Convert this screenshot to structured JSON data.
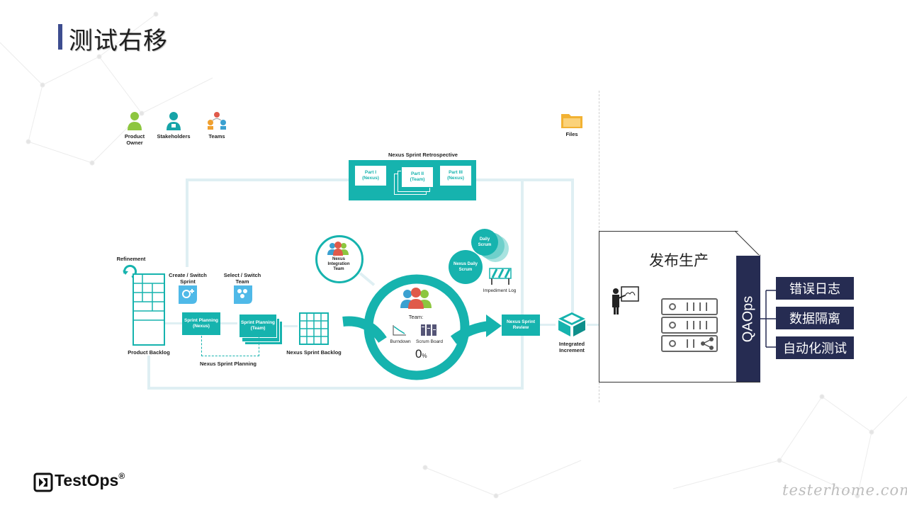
{
  "title": "测试右移",
  "actors": {
    "product_owner": "Product\nOwner",
    "stakeholders": "Stakeholders",
    "teams": "Teams",
    "files": "Files"
  },
  "retrospective": {
    "title": "Nexus Sprint Retrospective",
    "part1": "Part I\n(Nexus)",
    "part2": "Part II\n(Team)",
    "part3": "Part III\n(Nexus)"
  },
  "flow": {
    "refinement": "Refinement",
    "product_backlog": "Product Backlog",
    "create_switch_sprint": "Create / Switch\nSprint",
    "select_switch_team": "Select / Switch\nTeam",
    "sprint_planning_nexus": "Sprint Planning\n(Nexus)",
    "sprint_planning_team": "Sprint Planning\n(Team)",
    "nexus_sprint_planning": "Nexus Sprint Planning",
    "nexus_sprint_backlog": "Nexus Sprint Backlog",
    "nexus_integration_team": "Nexus\nIntegration\nTeam",
    "daily_scrum": "Daily\nScrum",
    "nexus_daily_scrum": "Nexus Daily\nScrum",
    "impediment_log": "Impediment Log",
    "team": "Team:",
    "burndown": "Burndown",
    "scrum_board": "Scrum Board",
    "progress_value": "0",
    "progress_unit": "%",
    "nexus_sprint_review": "Nexus Sprint\nReview",
    "integrated_increment": "Integrated\nIncrement"
  },
  "release": {
    "title": "发布生产",
    "qaops": "QAOps",
    "tags": [
      "错误日志",
      "数据隔离",
      "自动化测试"
    ]
  },
  "brand": {
    "logo": "TestOps",
    "registered": "®",
    "watermark": "testerhome.com"
  },
  "colors": {
    "teal": "#16b3ae",
    "navy": "#262c52",
    "title_bar": "#3d4d8f",
    "flow_line": "#dfeff3"
  }
}
